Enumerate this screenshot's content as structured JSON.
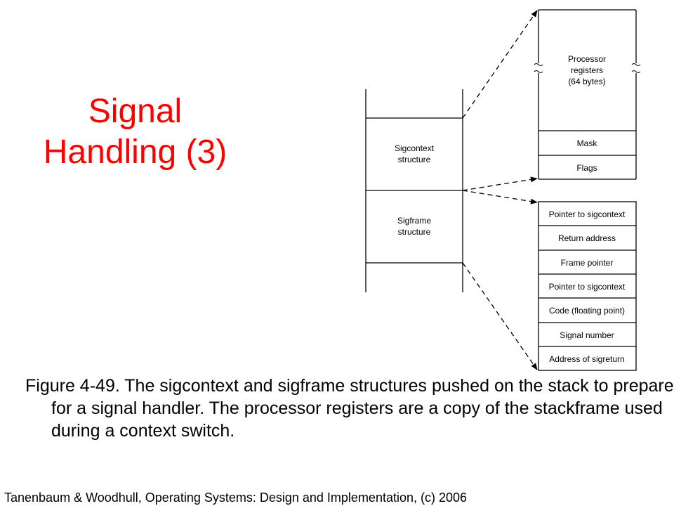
{
  "title": {
    "line1": "Signal",
    "line2": "Handling (3)"
  },
  "stack": {
    "sigcontext_line1": "Sigcontext",
    "sigcontext_line2": "structure",
    "sigframe_line1": "Sigframe",
    "sigframe_line2": "structure"
  },
  "sigcontext_detail": {
    "registers_line1": "Processor",
    "registers_line2": "registers",
    "registers_line3": "(64 bytes)",
    "mask": "Mask",
    "flags": "Flags"
  },
  "sigframe_detail": {
    "rows": [
      "Pointer to sigcontext",
      "Return address",
      "Frame pointer",
      "Pointer to sigcontext",
      "Code (floating point)",
      "Signal number",
      "Address of sigreturn"
    ]
  },
  "caption": "Figure 4-49.  The sigcontext and sigframe structures pushed on the stack to prepare for a signal handler.  The processor registers are a copy of the stackframe used during a context switch.",
  "footer": "Tanenbaum & Woodhull, Operating Systems: Design and Implementation, (c) 2006"
}
